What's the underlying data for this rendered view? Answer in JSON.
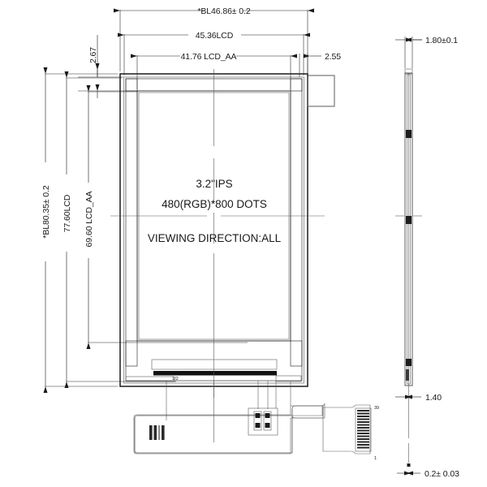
{
  "drawing": {
    "title_text_lines": [
      "3.2\"IPS",
      "480(RGB)*800 DOTS",
      "VIEWING DIRECTION:ALL"
    ],
    "panel_label_1": "3.2\"IPS",
    "panel_label_2": "480(RGB)*800 DOTS",
    "panel_label_3": "VIEWING DIRECTION:ALL",
    "horizontal_dimensions": [
      {
        "name": "backlight-width",
        "label": "*BL46.86± 0.2"
      },
      {
        "name": "lcd-width",
        "label": "45.36LCD"
      },
      {
        "name": "lcd-active-area-width",
        "label": "41.76 LCD_AA"
      },
      {
        "name": "right-offset",
        "label": "2.55"
      }
    ],
    "vertical_dimensions": [
      {
        "name": "backlight-height",
        "label": "*BL80.35± 0.2"
      },
      {
        "name": "lcd-height",
        "label": "77.60LCD"
      },
      {
        "name": "lcd-active-area-height",
        "label": "69.60 LCD_AA"
      },
      {
        "name": "top-offset",
        "label": "2.67"
      }
    ],
    "side_view_dimensions": [
      {
        "name": "module-thickness",
        "label": "1.80±0.1"
      },
      {
        "name": "fpc-bend-width",
        "label": "1.40"
      },
      {
        "name": "fpc-thickness",
        "label": "0.2± 0.03"
      }
    ],
    "fpc": {
      "pin_first": "1",
      "pin_last": "39",
      "pin_count": 39
    },
    "colors": {
      "line": "#1a1a1a",
      "line_light": "#5a5a5a",
      "fill_hatch": "#ffffff",
      "background": "#ffffff",
      "ic_bar": "#111111",
      "pad_fill": "#efefef"
    }
  }
}
